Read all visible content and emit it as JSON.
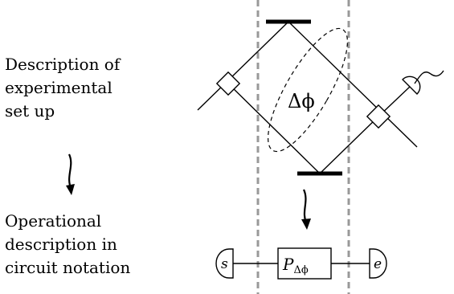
{
  "labels": {
    "setup_description": "Description of\nexperimental\nset up",
    "circuit_description": "Operational\ndescription in\ncircuit notation"
  },
  "diagram": {
    "phase_label": "Δϕ",
    "source_label": "s",
    "effect_label": "e",
    "process_symbol": "P",
    "process_subscript": "Δϕ"
  },
  "colors": {
    "ink": "#000000",
    "dashed_boundary": "#999999"
  }
}
